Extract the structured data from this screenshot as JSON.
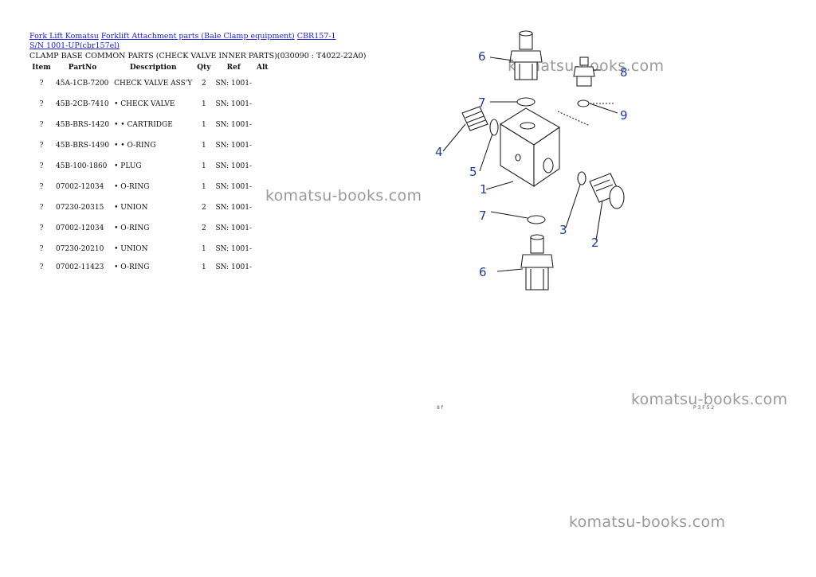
{
  "breadcrumb": {
    "links": [
      "Fork Lift Komatsu",
      "Forklift Attachment parts (Bale Clamp equipment)",
      "CBR157-1 S/N 1001-UP(cbr157el)"
    ]
  },
  "subtitle": "CLAMP BASE COMMON PARTS (CHECK VALVE INNER PARTS)(030090 : T4022-22A0)",
  "table": {
    "headers": [
      "Item",
      "PartNo",
      "Description",
      "Qty",
      "Ref",
      "Alt"
    ],
    "rows": [
      {
        "item": "?",
        "part": "45A-1CB-7200",
        "desc": "CHECK VALVE ASS'Y",
        "qty": "2",
        "ref": "SN: 1001-",
        "alt": ""
      },
      {
        "item": "?",
        "part": "45B-2CB-7410",
        "desc": "• CHECK VALVE",
        "qty": "1",
        "ref": "SN: 1001-",
        "alt": ""
      },
      {
        "item": "?",
        "part": "45B-BRS-1420",
        "desc": "• • CARTRIDGE",
        "qty": "1",
        "ref": "SN: 1001-",
        "alt": ""
      },
      {
        "item": "?",
        "part": "45B-BRS-1490",
        "desc": "• • O-RING",
        "qty": "1",
        "ref": "SN: 1001-",
        "alt": ""
      },
      {
        "item": "?",
        "part": "45B-100-1860",
        "desc": "• PLUG",
        "qty": "1",
        "ref": "SN: 1001-",
        "alt": ""
      },
      {
        "item": "?",
        "part": "07002-12034",
        "desc": "• O-RING",
        "qty": "1",
        "ref": "SN: 1001-",
        "alt": ""
      },
      {
        "item": "?",
        "part": "07230-20315",
        "desc": "• UNION",
        "qty": "2",
        "ref": "SN: 1001-",
        "alt": ""
      },
      {
        "item": "?",
        "part": "07002-12034",
        "desc": "• O-RING",
        "qty": "2",
        "ref": "SN: 1001-",
        "alt": ""
      },
      {
        "item": "?",
        "part": "07230-20210",
        "desc": "• UNION",
        "qty": "1",
        "ref": "SN: 1001-",
        "alt": ""
      },
      {
        "item": "?",
        "part": "07002-11423",
        "desc": "• O-RING",
        "qty": "1",
        "ref": "SN: 1001-",
        "alt": ""
      }
    ]
  },
  "watermark": {
    "text": "komatsu-books.com"
  },
  "diagram": {
    "callouts": [
      "6",
      "8",
      "7",
      "9",
      "4",
      "5",
      "1",
      "7",
      "3",
      "2",
      "6"
    ],
    "corner_marks": [
      "8 f",
      "P 3 F 5 2"
    ]
  }
}
